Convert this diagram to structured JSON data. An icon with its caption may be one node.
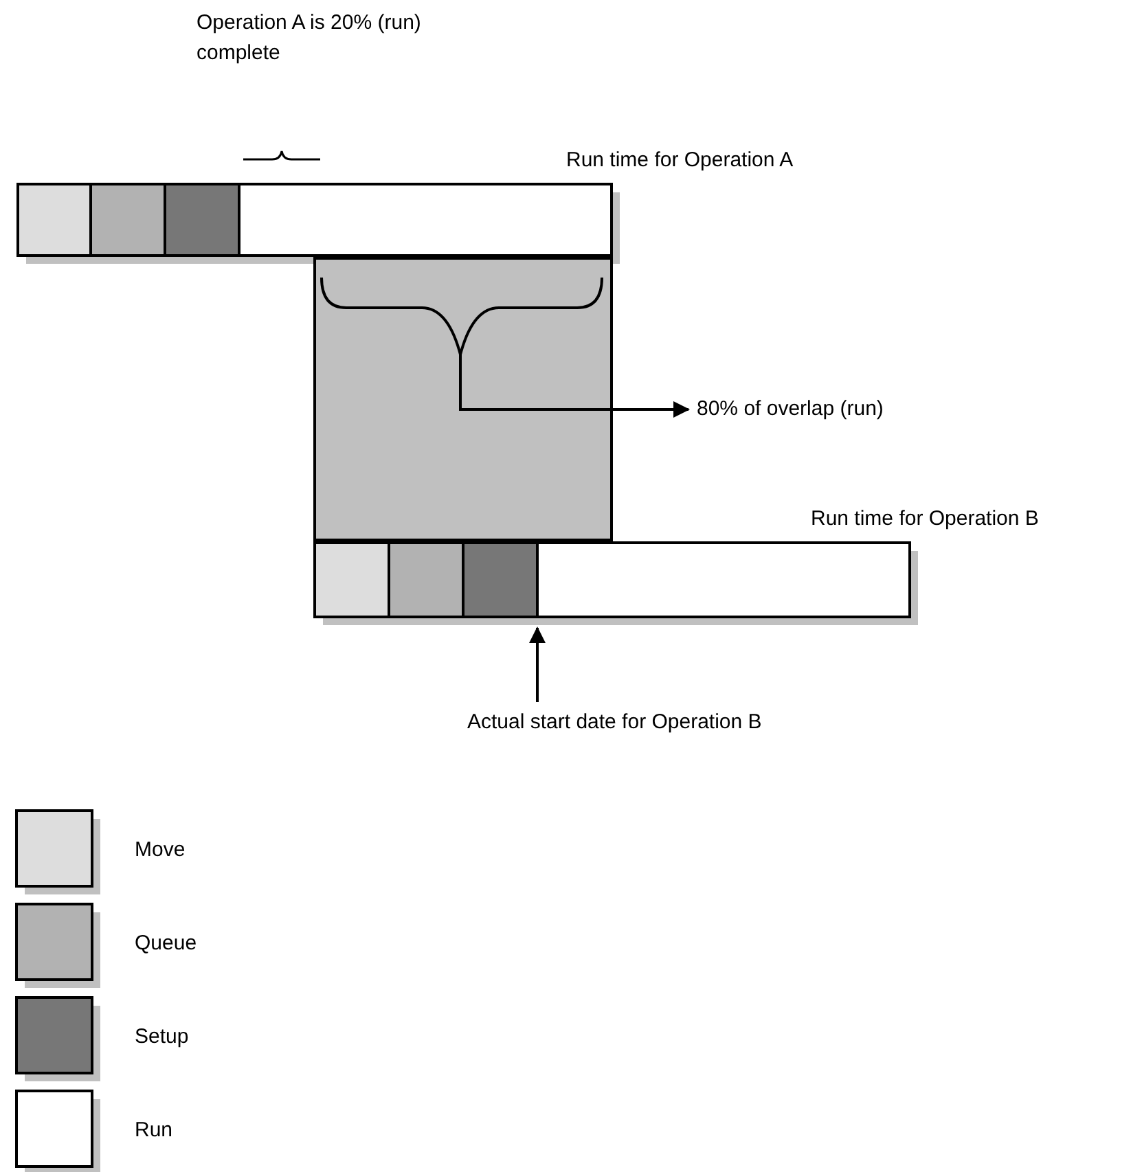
{
  "diagram": {
    "nodes": [
      {
        "text": [],
        "shape": "bar"
      },
      {
        "text": [],
        "shape": "box"
      },
      {
        "text": [
          "80% of overlap (run)"
        ]
      },
      {
        "text": [],
        "shape": "bar"
      },
      {
        "text": [
          "Actual start date for Operation B"
        ]
      }
    ],
    "edges": [
      {
        "from": 1,
        "to": 2,
        "arrow": "to"
      },
      {
        "from": 4,
        "to": 3,
        "arrow": "to"
      }
    ],
    "labels": [
      "Operation A is 20% (run) complete",
      "Run time for Operation A",
      "Run time for Operation B"
    ],
    "legend": [
      {
        "text": "Move",
        "color": "#dddddd"
      },
      {
        "text": "Queue",
        "color": "#b2b2b2"
      },
      {
        "text": "Setup",
        "color": "#777777"
      },
      {
        "text": "Run",
        "color": "#ffffff"
      }
    ]
  }
}
